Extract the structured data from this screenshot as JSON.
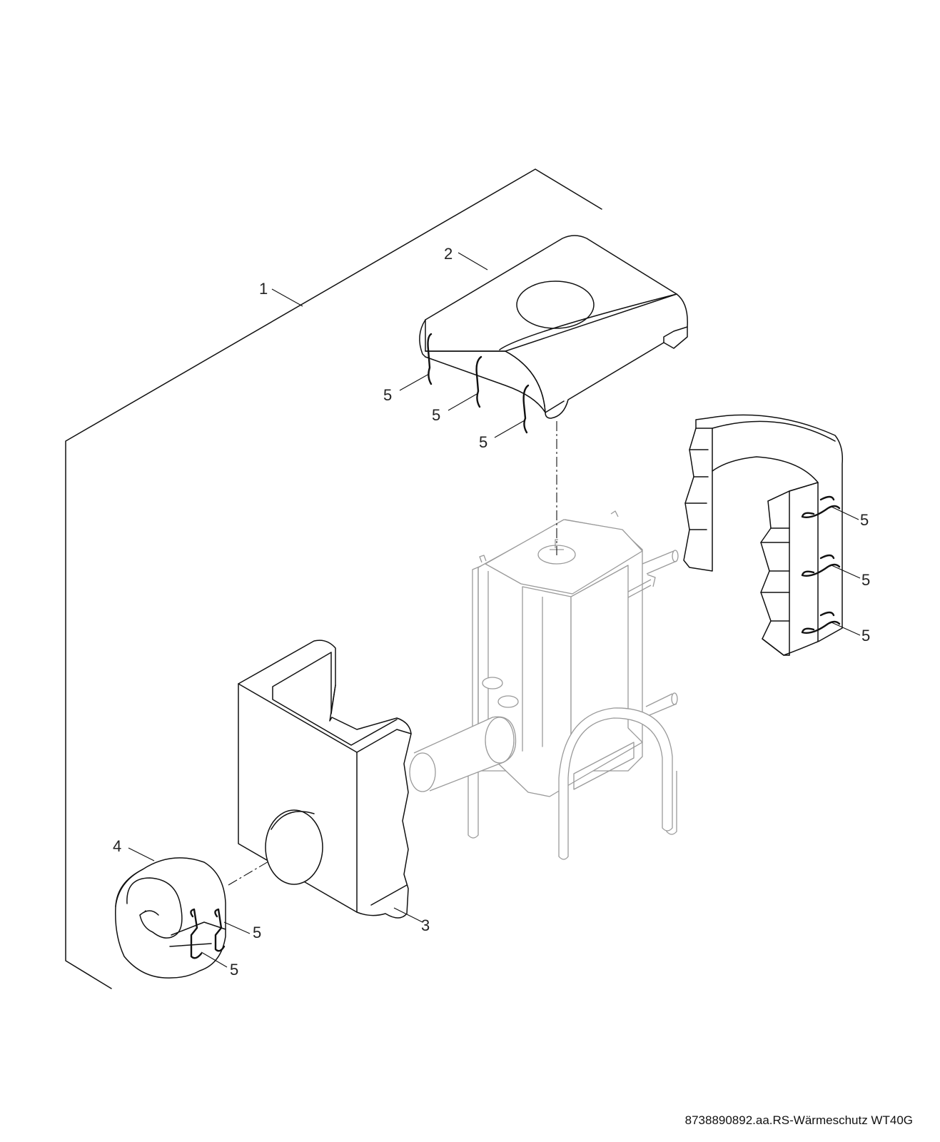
{
  "callouts": {
    "frame": "1",
    "top_cover": "2",
    "front_shell": "3",
    "pipe_sleeve": "4",
    "clip": "5"
  },
  "footer": {
    "caption": "8738890892.aa.RS-Wärmeschutz WT40G"
  },
  "colors": {
    "line": "#111111",
    "hidden_part": "#9a9a9a",
    "background": "#ffffff"
  }
}
